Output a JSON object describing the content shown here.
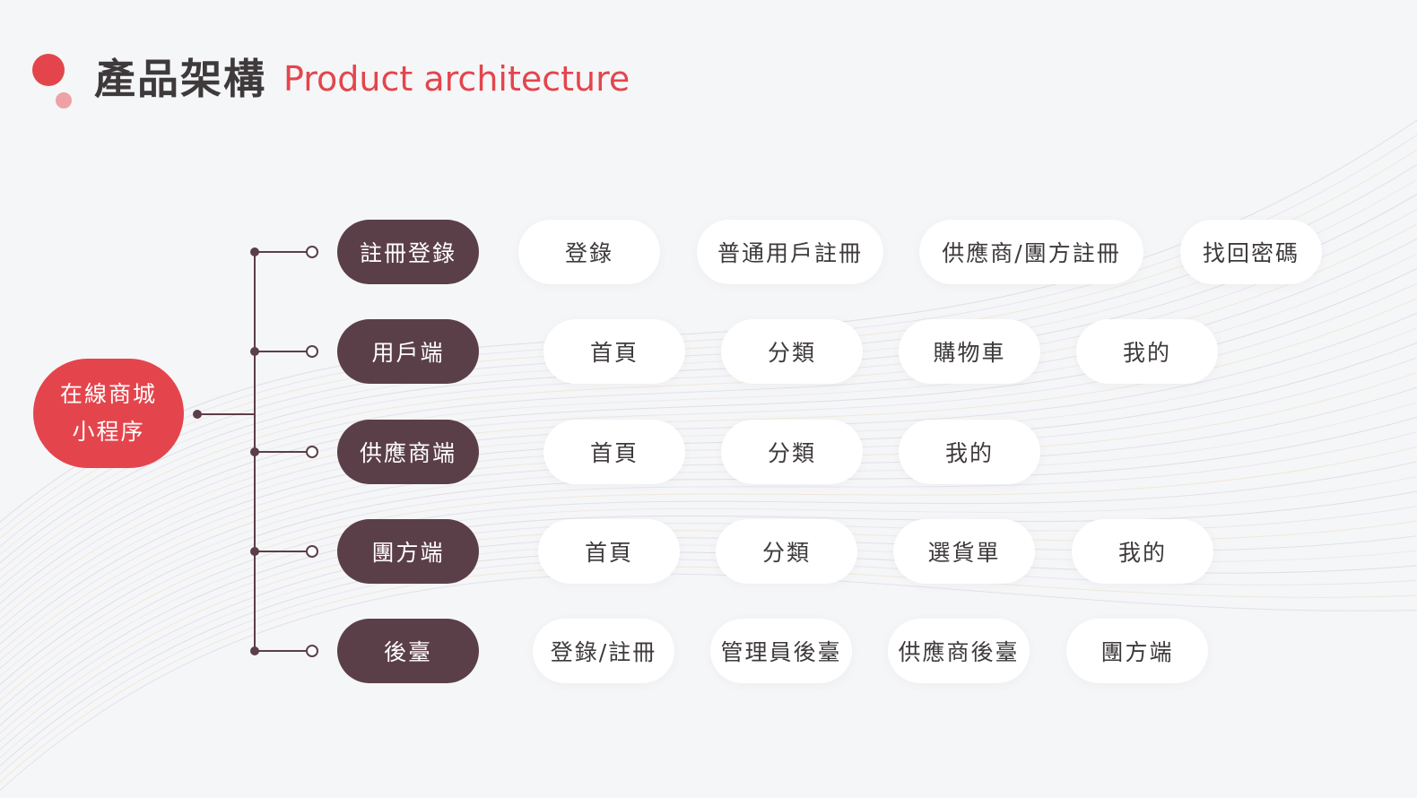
{
  "header": {
    "title_zh": "產品架構",
    "title_en": "Product architecture"
  },
  "colors": {
    "accent": "#e4454c",
    "accent_light": "#eea2a6",
    "category": "#5b3f48",
    "text_dark": "#3e3a3b",
    "connector": "#5b3f48",
    "background": "#f5f6f8"
  },
  "root": {
    "line1": "在線商城",
    "line2": "小程序"
  },
  "branches": [
    {
      "label": "註冊登錄",
      "items": [
        "登錄",
        "普通用戶註冊",
        "供應商/團方註冊",
        "找回密碼"
      ]
    },
    {
      "label": "用戶端",
      "items": [
        "首頁",
        "分類",
        "購物車",
        "我的"
      ]
    },
    {
      "label": "供應商端",
      "items": [
        "首頁",
        "分類",
        "我的"
      ]
    },
    {
      "label": "團方端",
      "items": [
        "首頁",
        "分類",
        "選貨單",
        "我的"
      ]
    },
    {
      "label": "後臺",
      "items": [
        "登錄/註冊",
        "管理員後臺",
        "供應商後臺",
        "團方端"
      ]
    }
  ]
}
